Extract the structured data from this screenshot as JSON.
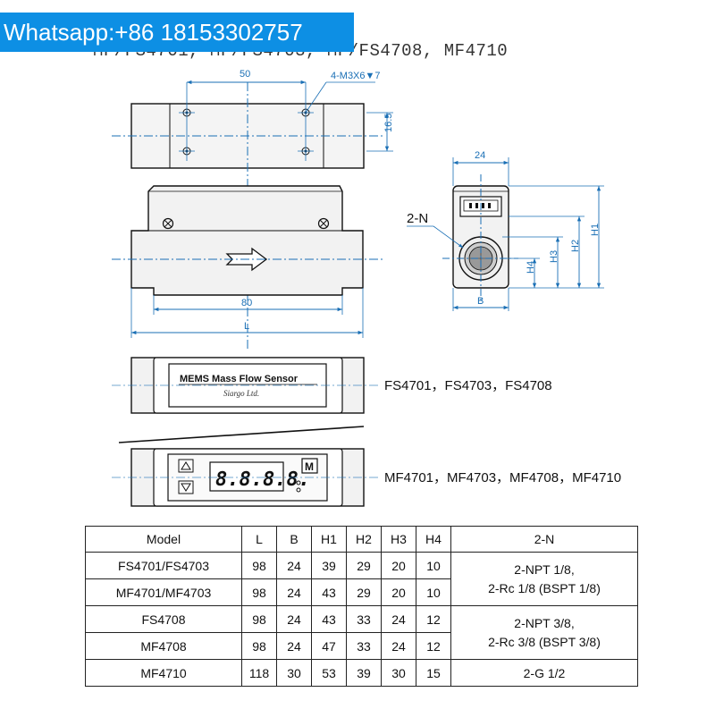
{
  "banner": {
    "text": "Whatsapp:+86 18153302757"
  },
  "series_title": "MF/FS4701, MF/FS4703, MF/FS4708, MF4710",
  "top_view": {
    "dim_width": "50",
    "dim_hole": "4-M3X6",
    "dim_hole_depth_symbol": "▼7",
    "dim_height": "16.5"
  },
  "side_view": {
    "dim_body": "80",
    "dim_length": "L",
    "flow_arrow_icon": "flow-direction-arrow-icon"
  },
  "end_view": {
    "dim_width": "24",
    "port_label": "2-N",
    "dim_h1": "H1",
    "dim_h2": "H2",
    "dim_h3": "H3",
    "dim_h4": "H4",
    "dim_b": "B"
  },
  "label_panel": {
    "line1": "MEMS Mass Flow Sensor",
    "line2": "Siargo Ltd."
  },
  "display_panel": {
    "digits": "8.8.8.8.",
    "logo": "M"
  },
  "model_labels": {
    "fs_series": "FS4701，FS4703，FS4708",
    "mf_series": "MF4701，MF4703，MF4708，MF4710"
  },
  "table": {
    "headers": [
      "Model",
      "L",
      "B",
      "H1",
      "H2",
      "H3",
      "H4",
      "2-N"
    ],
    "rows": [
      [
        "FS4701/FS4703",
        "98",
        "24",
        "39",
        "29",
        "20",
        "10"
      ],
      [
        "MF4701/MF4703",
        "98",
        "24",
        "43",
        "29",
        "20",
        "10"
      ],
      [
        "FS4708",
        "98",
        "24",
        "43",
        "33",
        "24",
        "12"
      ],
      [
        "MF4708",
        "98",
        "24",
        "47",
        "33",
        "24",
        "12"
      ],
      [
        "MF4710",
        "118",
        "30",
        "53",
        "39",
        "30",
        "15"
      ]
    ],
    "thread_groups": [
      {
        "line1": "2-NPT 1/8,",
        "line2": "2-Rc 1/8 (BSPT 1/8)"
      },
      {
        "line1": "2-NPT 3/8,",
        "line2": "2-Rc 3/8 (BSPT 3/8)"
      },
      {
        "line1": "2-G 1/2",
        "line2": ""
      }
    ]
  },
  "colors": {
    "banner": "#0d8fe4",
    "dimension": "#1a6fb5",
    "body_fill": "#f2f2f2",
    "outline": "#111111"
  }
}
